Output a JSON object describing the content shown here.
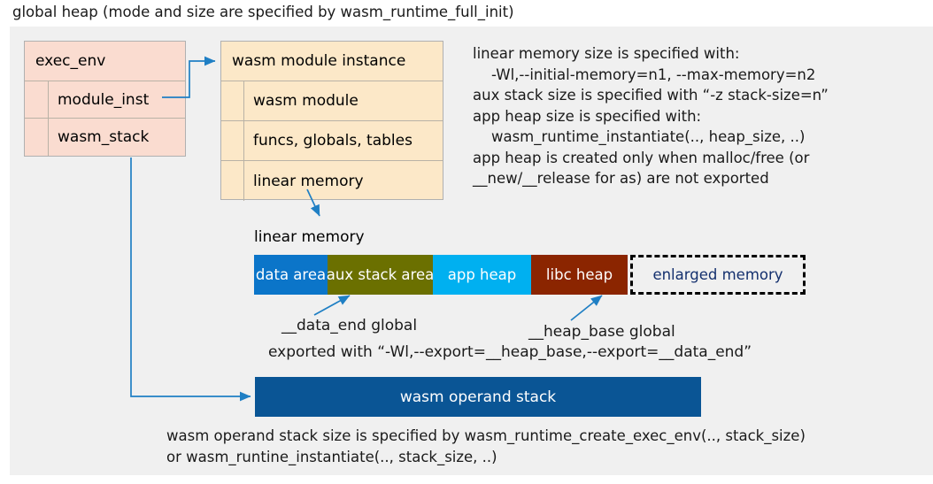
{
  "title": "global heap (mode and size are specified by wasm_runtime_full_init)",
  "colors": {
    "panel_background": "#f0f0f0",
    "exec_env_fill": "#fadcd0",
    "module_instance_fill": "#fce8c8",
    "connector_blue": "#1f7fc4",
    "data_area": "#0b75c9",
    "aux_stack_area": "#6b7000",
    "app_heap": "#00b0f0",
    "libc_heap": "#8b2500",
    "enlarged_memory_text": "#14306e",
    "operand_stack_fill": "#0a5595"
  },
  "exec_env": {
    "header": "exec_env",
    "fields": [
      {
        "label": "module_inst"
      },
      {
        "label": "wasm_stack"
      }
    ]
  },
  "module_instance": {
    "header": "wasm module instance",
    "fields": [
      {
        "label": "wasm module"
      },
      {
        "label": "funcs, globals, tables"
      },
      {
        "label": "linear memory"
      }
    ]
  },
  "notes": "linear memory size is specified with:\n    -Wl,--initial-memory=n1, --max-memory=n2\naux stack size is specified with “-z stack-size=n”\napp heap size is specified with:\n    wasm_runtime_instantiate(.., heap_size, ..)\napp heap is created only when malloc/free (or\n__new/__release for as) are not exported",
  "linear_memory": {
    "label": "linear memory",
    "segments": [
      {
        "label": "data area",
        "color": "#0b75c9",
        "width": 83
      },
      {
        "label": "aux stack area",
        "color": "#6b7000",
        "width": 119
      },
      {
        "label": "app heap",
        "color": "#00b0f0",
        "width": 111
      },
      {
        "label": "libc heap",
        "color": "#8b2500",
        "width": 109
      },
      {
        "label": "enlarged memory",
        "color": "#f0f0f0",
        "width": 198
      }
    ]
  },
  "annotations": {
    "data_end": "__data_end global",
    "heap_base": "__heap_base global",
    "exported_with": "exported with “-Wl,--export=__heap_base,--export=__data_end”"
  },
  "operand_stack": {
    "label": "wasm operand stack"
  },
  "bottom_note": "wasm operand stack size is specified by wasm_runtime_create_exec_env(.., stack_size)\nor wasm_runtine_instantiate(.., stack_size, ..)"
}
